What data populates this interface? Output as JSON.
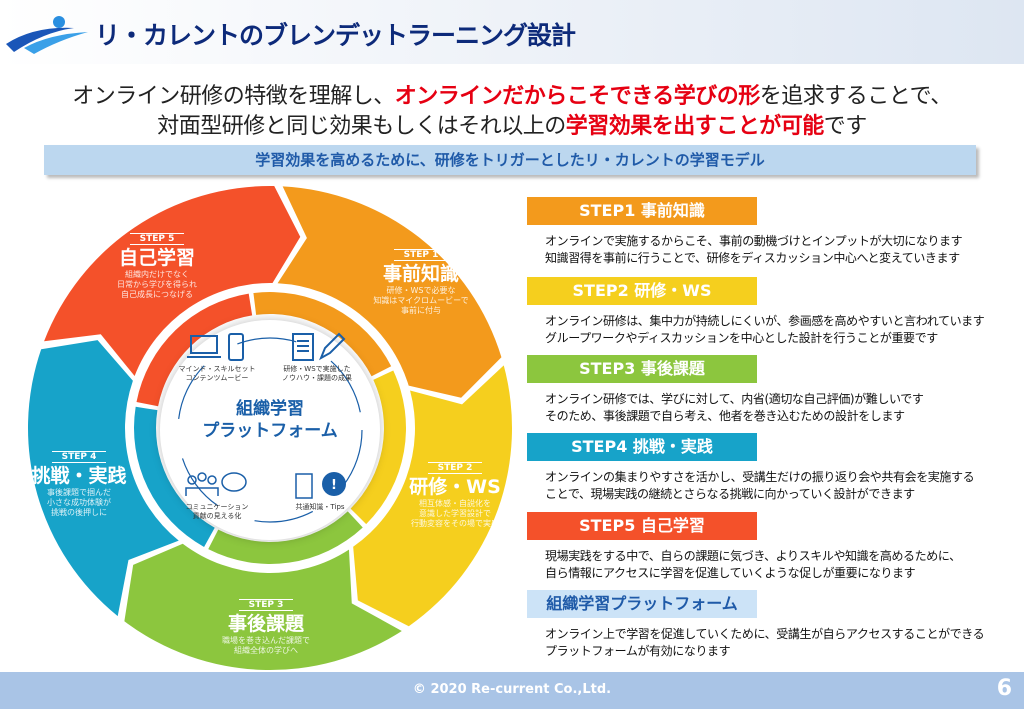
{
  "header": {
    "title": "リ・カレントのブレンデットラーニング設計",
    "logo": "re-current-logo"
  },
  "lead": {
    "line1_pre": "オンライン研修の特徴を理解し、",
    "line1_red": "オンラインだからこそできる学びの形",
    "line1_post": "を追求することで、",
    "line2_pre": "対面型研修と同じ効果もしくはそれ以上の",
    "line2_red": "学習効果を出すことが可能",
    "line2_post": "です"
  },
  "banner": "学習効果を高めるために、研修をトリガーとしたリ・カレントの学習モデル",
  "colors": {
    "step1": "#f39a1c",
    "step2": "#f5cf1e",
    "step3": "#8cc63e",
    "step4": "#17a3c9",
    "step5": "#f4512a",
    "platform": "#cce3f7",
    "platform_text": "#1f5aa8"
  },
  "ring": [
    {
      "step": "STEP 1",
      "name": "事前知識",
      "desc": [
        "研修・WSで必要な",
        "知識はマイクロムービーで",
        "事前に付与"
      ]
    },
    {
      "step": "STEP 2",
      "name": "研修・WS",
      "desc": [
        "相互体感・自説化を",
        "意識した学習設計で",
        "行動変容をその場で実感"
      ]
    },
    {
      "step": "STEP 3",
      "name": "事後課題",
      "desc": [
        "職場を巻き込んだ課題で",
        "組織全体の学びへ"
      ]
    },
    {
      "step": "STEP 4",
      "name": "挑戦・実践",
      "desc": [
        "事後課題で掴んだ",
        "小さな成功体験が",
        "挑戦の後押しに"
      ]
    },
    {
      "step": "STEP 5",
      "name": "自己学習",
      "desc": [
        "組織内だけでなく",
        "日常から学びを得られ",
        "自己成長につなげる"
      ]
    }
  ],
  "center": {
    "title1": "組織学習",
    "title2": "プラットフォーム",
    "items": [
      {
        "icon": "laptop-phone-icon",
        "l1": "マインド・スキルセット",
        "l2": "コンテンツムービー"
      },
      {
        "icon": "document-pencil-icon",
        "l1": "研修・WSで実施した",
        "l2": "ノウハウ・課題の成果"
      },
      {
        "icon": "people-chat-icon",
        "l1": "コミュニケーション",
        "l2": "貢献の見える化"
      },
      {
        "icon": "book-head-icon",
        "l1": "共通知識・Tips",
        "l2": ""
      }
    ]
  },
  "steps": [
    {
      "label": "STEP1 事前知識",
      "lines": [
        "オンラインで実施するからこそ、事前の動機づけとインプットが大切になります",
        "知識習得を事前に行うことで、研修をディスカッション中心へと変えていきます"
      ]
    },
    {
      "label": "STEP2 研修・WS",
      "lines": [
        "オンライン研修は、集中力が持続しにくいが、参画感を高めやすいと言われています",
        "グループワークやディスカッションを中心とした設計を行うことが重要です"
      ]
    },
    {
      "label": "STEP3 事後課題",
      "lines": [
        "オンライン研修では、学びに対して、内省(適切な自己評価)が難しいです",
        "そのため、事後課題で自ら考え、他者を巻き込むための設計をします"
      ]
    },
    {
      "label": "STEP4 挑戦・実践",
      "lines": [
        "オンラインの集まりやすさを活かし、受講生だけの振り返り会や共有会を実施する",
        "ことで、現場実践の継続とさらなる挑戦に向かっていく設計ができます"
      ]
    },
    {
      "label": "STEP5 自己学習",
      "lines": [
        "現場実践をする中で、自らの課題に気づき、よりスキルや知識を高めるために、",
        "自ら情報にアクセスに学習を促進していくような促しが重要になります"
      ]
    },
    {
      "label": "組織学習プラットフォーム",
      "lines": [
        "オンライン上で学習を促進していくために、受講生が自らアクセスすることができる",
        "プラットフォームが有効になります"
      ]
    }
  ],
  "footer": {
    "copyright": "© 2020 Re-current Co.,Ltd.",
    "page": "6"
  }
}
